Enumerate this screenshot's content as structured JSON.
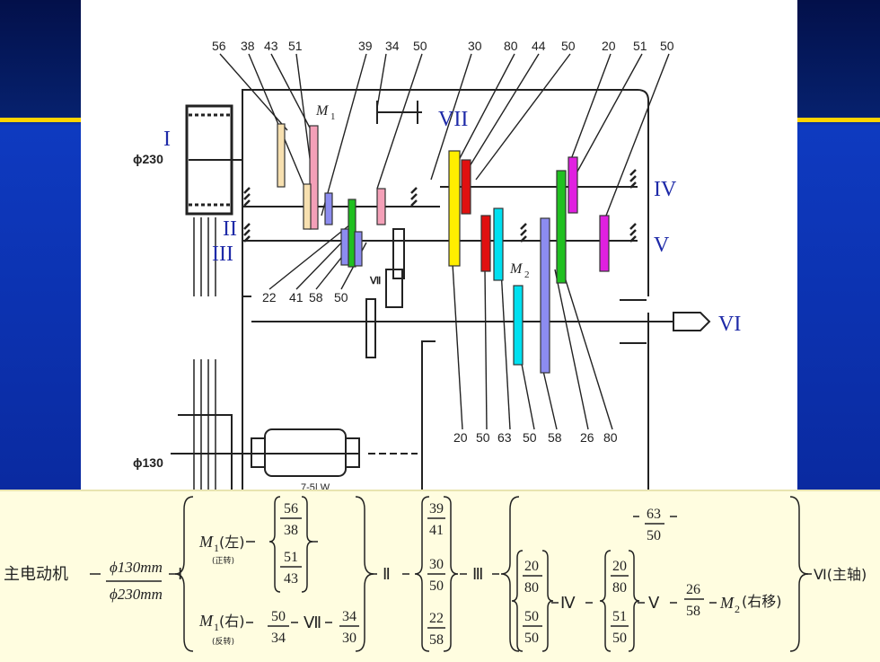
{
  "top_labels": [
    "56",
    "38",
    "43",
    "51",
    "39",
    "34",
    "50",
    "30",
    "80",
    "44",
    "50",
    "20",
    "51",
    "50"
  ],
  "bottom_left_labels": [
    "22",
    "41",
    "58",
    "50"
  ],
  "bottom_right_labels": [
    "20",
    "50",
    "63",
    "50",
    "58",
    "26",
    "80"
  ],
  "shafts": {
    "I": "I",
    "II": "II",
    "III": "III",
    "IV": "IV",
    "V": "V",
    "VI": "VI",
    "VII": "VII",
    "VII_small": "Ⅶ"
  },
  "clutches": {
    "M1": "M",
    "M1_sub": "1",
    "M2": "M",
    "M2_sub": "2"
  },
  "pulleys": {
    "large": "ϕ230",
    "small": "ϕ130"
  },
  "cut_label": "7-5| W",
  "formula": {
    "motor": "主电动机",
    "ratio_num": "ϕ130mm",
    "ratio_den": "ϕ230mm",
    "shaft_I": "Ⅰ",
    "m1_left": "M",
    "m1_sub": "1",
    "left_word": "(左)",
    "forward": "(正转)",
    "right_word": "(右)",
    "reverse": "(反转)",
    "f1": [
      [
        "56",
        "38"
      ],
      [
        "51",
        "43"
      ]
    ],
    "f2_a": [
      "50",
      "34"
    ],
    "shaft_VII": "Ⅶ",
    "f2_b": [
      "34",
      "30"
    ],
    "shaft_II": "Ⅱ",
    "f3": [
      [
        "39",
        "41"
      ],
      [
        "30",
        "50"
      ],
      [
        "22",
        "58"
      ]
    ],
    "shaft_III": "Ⅲ",
    "f4_top": [
      "63",
      "50"
    ],
    "f4a": [
      [
        "20",
        "80"
      ],
      [
        "50",
        "50"
      ]
    ],
    "shaft_IV": "Ⅳ",
    "f4b": [
      [
        "20",
        "80"
      ],
      [
        "51",
        "50"
      ]
    ],
    "shaft_V": "Ⅴ",
    "f4c": [
      "26",
      "58"
    ],
    "m2": "M",
    "m2_sub": "2",
    "m2_note": "(右移)",
    "spindle": "Ⅵ(主轴)"
  },
  "colors": {
    "blue_bg": "#0b2a9e",
    "yellow_line": "#ffd400",
    "formula_bg": "#fffde0",
    "gear_pink": "#f4a0b8",
    "gear_yellow": "#ffee00",
    "gear_red": "#e01010",
    "gear_cyan": "#00e0f0",
    "gear_purple": "#8c8cf0",
    "gear_green": "#20c020",
    "gear_magenta": "#e020e0",
    "gear_beige": "#f7e0b0"
  }
}
